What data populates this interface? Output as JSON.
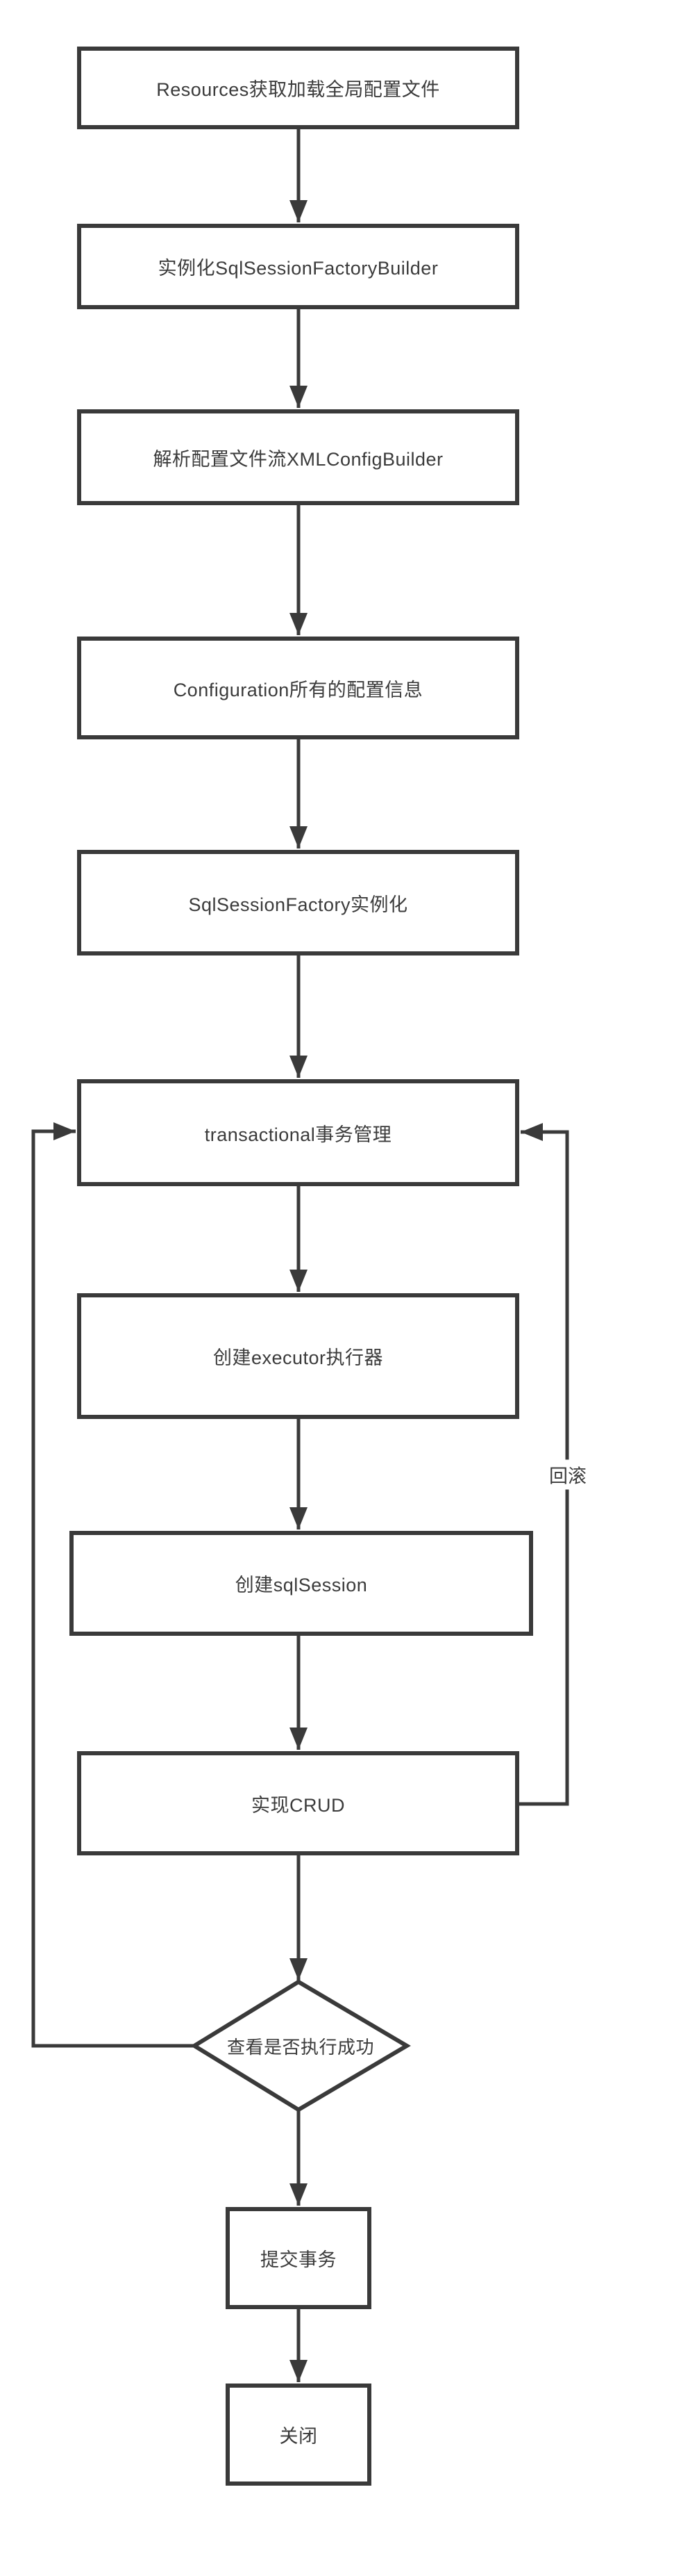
{
  "diagram": {
    "type": "flowchart",
    "nodes": [
      {
        "id": "resources-load-config",
        "type": "process",
        "label": "Resources获取加载全局配置文件"
      },
      {
        "id": "instantiate-builder",
        "type": "process",
        "label": "实例化SqlSessionFactoryBuilder"
      },
      {
        "id": "parse-config-stream",
        "type": "process",
        "label": "解析配置文件流XMLConfigBuilder"
      },
      {
        "id": "configuration-info",
        "type": "process",
        "label": "Configuration所有的配置信息"
      },
      {
        "id": "factory-instantiate",
        "type": "process",
        "label": "SqlSessionFactory实例化"
      },
      {
        "id": "transactional-manage",
        "type": "process",
        "label": "transactional事务管理"
      },
      {
        "id": "create-executor",
        "type": "process",
        "label": "创建executor执行器"
      },
      {
        "id": "create-sqlsession",
        "type": "process",
        "label": "创建sqlSession"
      },
      {
        "id": "implement-crud",
        "type": "process",
        "label": "实现CRUD"
      },
      {
        "id": "check-exec-success",
        "type": "decision",
        "label": "查看是否执行成功"
      },
      {
        "id": "commit-transaction",
        "type": "process",
        "label": "提交事务"
      },
      {
        "id": "close",
        "type": "process",
        "label": "关闭"
      }
    ],
    "edge_labels": {
      "rollback": "回滚"
    },
    "colors": {
      "line": "#3a3a3a",
      "text": "#3b3b3b",
      "node_background": "#ffffff",
      "page_background": "#ffffff"
    }
  }
}
